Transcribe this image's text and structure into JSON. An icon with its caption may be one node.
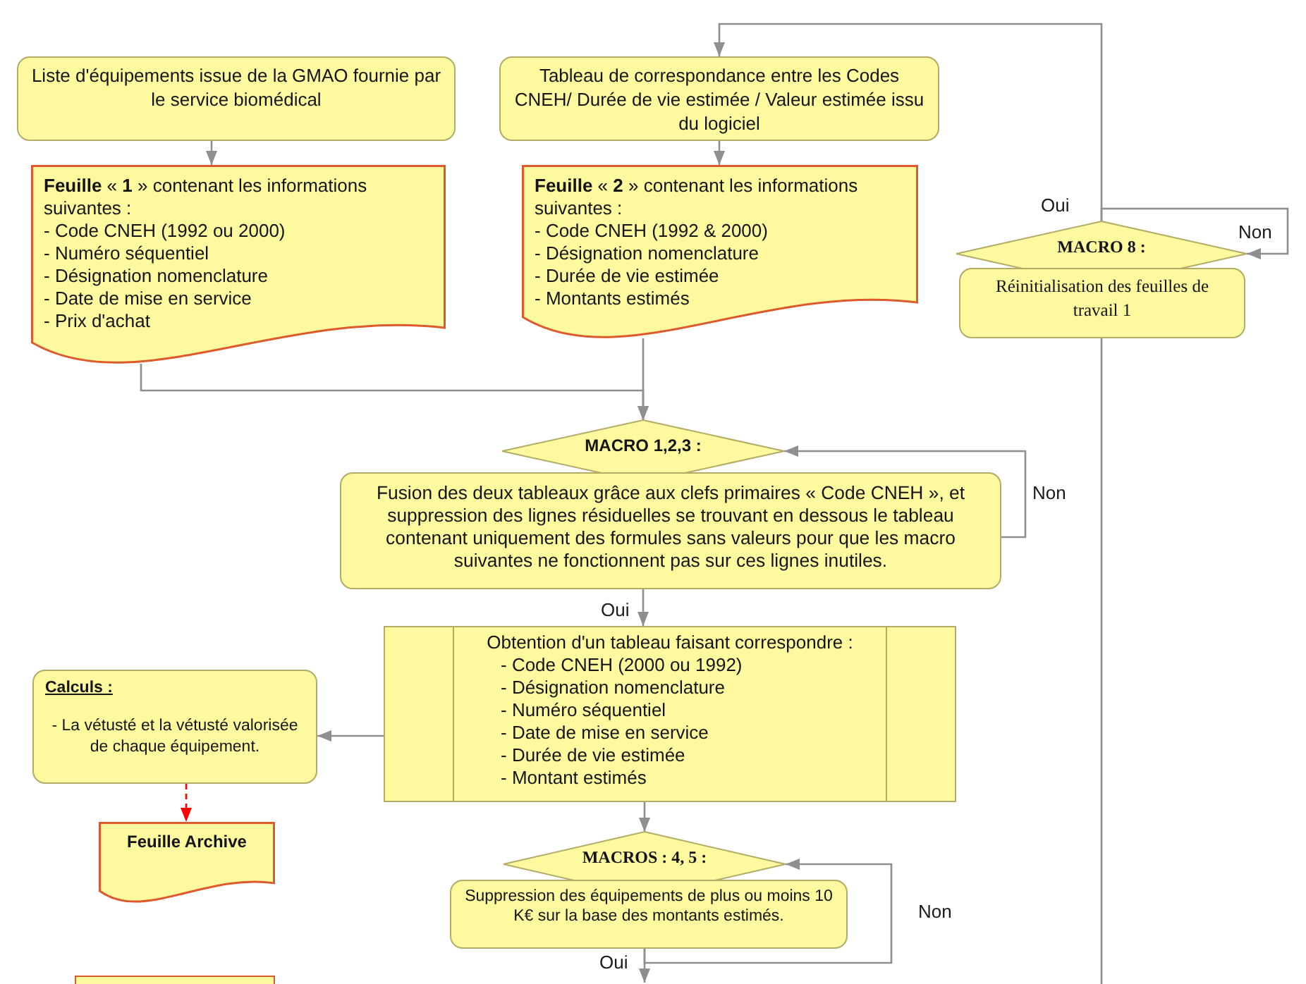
{
  "diagram": {
    "nodes": [
      {
        "text": [
          "Liste d'équipements issue de la GMAO fournie par le service biomédical"
        ]
      },
      {
        "text": [
          "**Feuille** « **1** » contenant les informations suivantes :",
          "- Code CNEH (1992 ou 2000)",
          "- Numéro séquentiel",
          "- Désignation nomenclature",
          "- Date de mise en service",
          "- Prix d'achat"
        ]
      },
      {
        "text": [
          "Tableau de correspondance entre les Codes CNEH/ Durée de vie estimée / Valeur estimée issu du logiciel"
        ]
      },
      {
        "text": [
          "**Feuille** « **2** » contenant les informations suivantes :",
          "- Code CNEH (1992 & 2000)",
          "- Désignation nomenclature",
          "- Durée de vie estimée",
          "- Montants estimés"
        ]
      },
      {
        "text": [
          "MACRO 8 :"
        ]
      },
      {
        "text": [
          "Réinitialisation des feuilles de travail 1"
        ]
      },
      {
        "text": [
          "MACRO 1,2,3 :"
        ]
      },
      {
        "text": [
          "Fusion des deux tableaux grâce aux clefs primaires « Code CNEH », et suppression des lignes résiduelles se trouvant en dessous le tableau contenant uniquement des formules sans valeurs pour que les macro suivantes ne fonctionnent pas sur ces lignes inutiles."
        ]
      },
      {
        "text": [
          "Obtention d'un tableau faisant correspondre :",
          "- Code CNEH (2000 ou 1992)",
          "- Désignation nomenclature",
          "- Numéro séquentiel",
          "- Date de mise en service",
          "- Durée de vie estimée",
          "- Montant estimés"
        ]
      },
      {
        "text": [
          "Calculs :",
          "- La vétusté et la vétusté valorisée de chaque équipement."
        ]
      },
      {
        "text": [
          "Feuille Archive"
        ]
      },
      {
        "text": [
          "MACROS : 4, 5 :"
        ]
      },
      {
        "text": [
          "Suppression des équipements de plus ou moins 10 K€ sur la base des montants estimés."
        ]
      },
      {
        "text": [],
        "shape": "box"
      }
    ],
    "edges": [
      {
        "from": 0,
        "to": 1,
        "arrow": "to"
      },
      {
        "from": 2,
        "to": 3,
        "arrow": "to"
      },
      {
        "from": 4,
        "to": 2,
        "arrow": "to",
        "label": "Oui"
      },
      {
        "from": 4,
        "to": 4,
        "arrow": "to",
        "label": "Non"
      },
      {
        "from": 5,
        "to": null,
        "arrow": "none"
      },
      {
        "from": 1,
        "to": 6,
        "arrow": "to"
      },
      {
        "from": 3,
        "to": 6,
        "arrow": "to"
      },
      {
        "from": 7,
        "to": 6,
        "arrow": "to",
        "label": "Non"
      },
      {
        "from": 7,
        "to": 8,
        "arrow": "to",
        "label": "Oui"
      },
      {
        "from": 8,
        "to": 9,
        "arrow": "to"
      },
      {
        "from": 9,
        "to": 10,
        "arrow": "to",
        "style": "dashed",
        "color": "#ff0000"
      },
      {
        "from": 8,
        "to": 11,
        "arrow": "to"
      },
      {
        "from": 12,
        "to": 11,
        "arrow": "to",
        "label": "Non"
      },
      {
        "from": 12,
        "to": null,
        "arrow": "to",
        "label": "Oui"
      }
    ]
  }
}
